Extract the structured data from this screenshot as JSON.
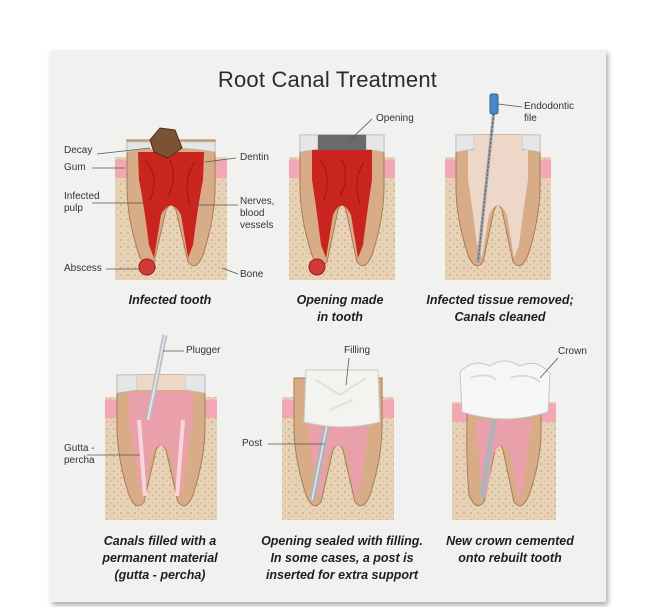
{
  "title": "Root Canal Treatment",
  "labels": {
    "decay": "Decay",
    "gum": "Gum",
    "infected_pulp": "Infected\npulp",
    "abscess": "Abscess",
    "dentin": "Dentin",
    "nerves": "Nerves,\nblood\nvessels",
    "bone": "Bone",
    "opening": "Opening",
    "endodontic_file": "Endodontic\nfile",
    "plugger": "Plugger",
    "gutta_percha": "Gutta -\npercha",
    "filling": "Filling",
    "post": "Post",
    "crown": "Crown"
  },
  "captions": {
    "step1": "Infected tooth",
    "step2": "Opening made\nin tooth",
    "step3": "Infected tissue removed;\nCanals cleaned",
    "step4": "Canals filled with a\npermanent material\n(gutta - percha)",
    "step5": "Opening sealed with filling.\nIn some cases, a post is\ninserted for extra support",
    "step6": "New crown cemented\nonto rebuilt tooth"
  },
  "colors": {
    "poster_bg": "#f1f1ef",
    "bone": "#e7d2b6",
    "gum": "#f2a8b4",
    "dentin": "#d8ac87",
    "enamel": "#e6e6e6",
    "infected": "#c9241e",
    "gutta": "#eaa0aa",
    "filling": "#f3f3ef",
    "metal": "#aeb4bb"
  }
}
